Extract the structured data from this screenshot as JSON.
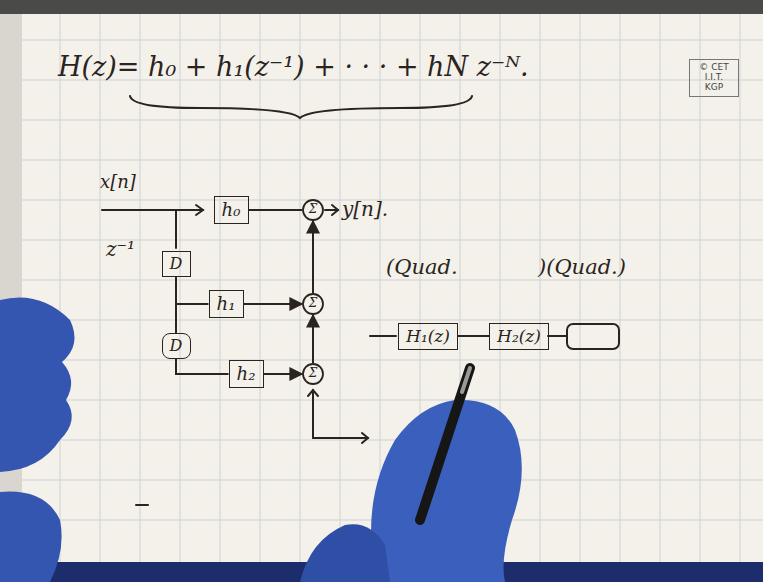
{
  "diagram": {
    "nodes": [
      {
        "text": [
          "© CET I.I.T. KGP"
        ]
      },
      {
        "text": [
          "h₀"
        ]
      },
      {
        "text": [
          "Σ"
        ]
      },
      {
        "text": [
          "D"
        ]
      },
      {
        "text": [
          "h₁"
        ]
      },
      {
        "text": [
          "Σ"
        ]
      },
      {
        "text": [
          "D"
        ]
      },
      {
        "text": [
          "h₂"
        ]
      },
      {
        "text": [
          "Σ"
        ]
      },
      {
        "text": [
          "H₁(z)"
        ]
      },
      {
        "text": [
          "H₂(z)"
        ]
      }
    ],
    "edges": [
      {
        "from": 1,
        "to": 2,
        "arrow": "none"
      },
      {
        "from": 3,
        "to": 4,
        "arrow": "none"
      },
      {
        "from": 3,
        "to": 6,
        "arrow": "none"
      },
      {
        "from": 4,
        "to": 5,
        "arrow": "to"
      },
      {
        "from": 5,
        "to": 2,
        "arrow": "to"
      },
      {
        "from": 6,
        "to": 7,
        "arrow": "none"
      },
      {
        "from": 7,
        "to": 8,
        "arrow": "to"
      },
      {
        "from": 8,
        "to": 5,
        "arrow": "to"
      },
      {
        "from": 9,
        "to": 10,
        "arrow": "none"
      }
    ],
    "labels": [
      "H(z)= h₀ + h₁(z⁻¹) + · · · + hN z⁻ᴺ.",
      "x[n]",
      "y[n].",
      "z⁻¹",
      "(Quad.",
      ")(Quad.)"
    ]
  }
}
